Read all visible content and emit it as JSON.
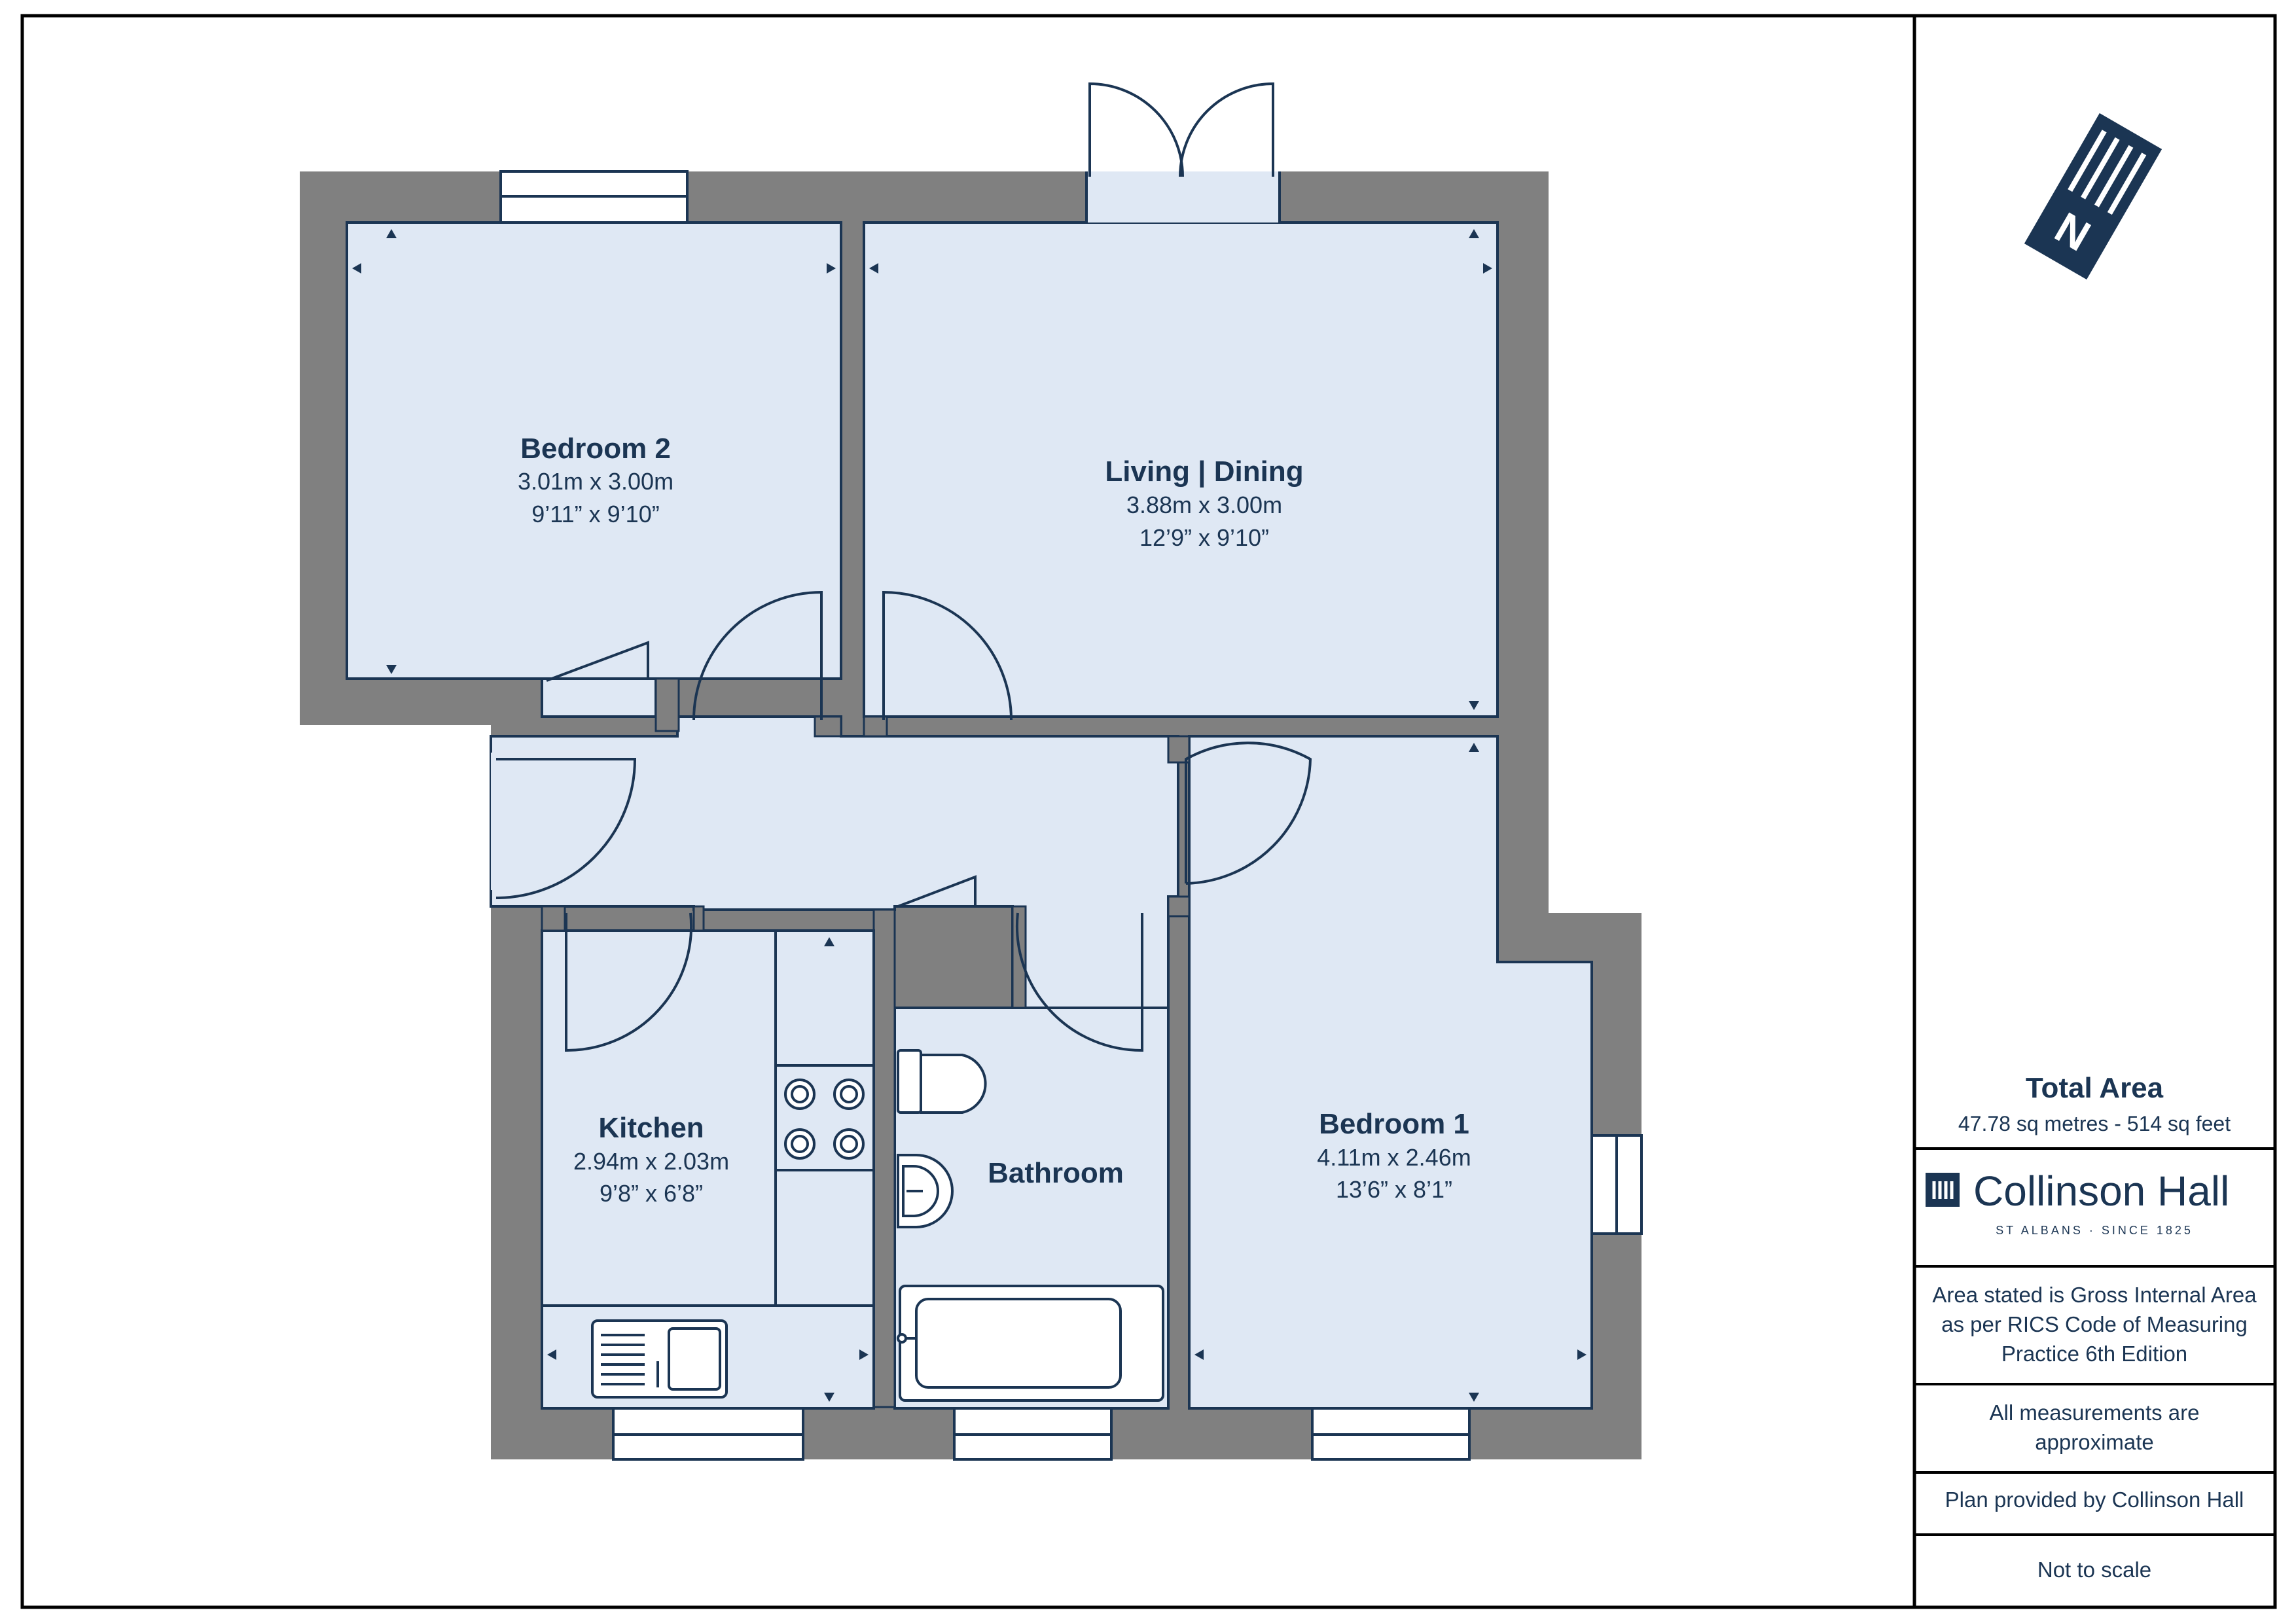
{
  "rooms": {
    "bedroom2": {
      "name": "Bedroom 2",
      "metric": "3.01m x 3.00m",
      "imperial": "9’11” x 9’10”"
    },
    "living": {
      "name": "Living | Dining",
      "metric": "3.88m x 3.00m",
      "imperial": "12’9” x 9’10”"
    },
    "kitchen": {
      "name": "Kitchen",
      "metric": "2.94m x 2.03m",
      "imperial": "9’8” x 6’8”"
    },
    "bathroom": {
      "name": "Bathroom"
    },
    "bedroom1": {
      "name": "Bedroom 1",
      "metric": "4.11m x 2.46m",
      "imperial": "13’6” x 8’1”"
    }
  },
  "compass": {
    "label": "N",
    "icon": "north-arrow-icon"
  },
  "info_panel": {
    "total_area_title": "Total Area",
    "total_area_value": "47.78 sq metres - 514 sq feet",
    "brand_name": "Collinson Hall",
    "brand_tagline": "ST ALBANS · SINCE 1825",
    "note_gia": [
      "Area stated is Gross Internal Area",
      "as per RICS Code of Measuring",
      "Practice 6th Edition"
    ],
    "note_measurements": [
      "All measurements are",
      "approximate"
    ],
    "note_provider": "Plan provided by Collinson Hall",
    "note_scale": "Not to scale"
  },
  "colors": {
    "floor": "#dfe8f4",
    "wall": "#808080",
    "ink": "#1b3553",
    "frame": "#000000"
  }
}
